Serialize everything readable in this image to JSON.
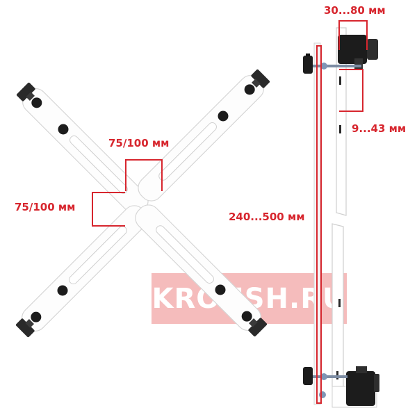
{
  "dimensions": {
    "horizontal_spacing": "75/100 мм",
    "vertical_spacing": "75/100 мм",
    "clamp_thickness": "30...80 мм",
    "clamp_depth": "9...43 мм",
    "height_range": "240...500 мм"
  },
  "watermark": "KRONSH.RU",
  "colors": {
    "dimension_red": "#d7262e",
    "watermark_bg": "#f2a6a6",
    "bracket_fill": "#fdfdfd",
    "bracket_stroke": "#d9d9d9",
    "knob_black": "#1c1c1c"
  }
}
